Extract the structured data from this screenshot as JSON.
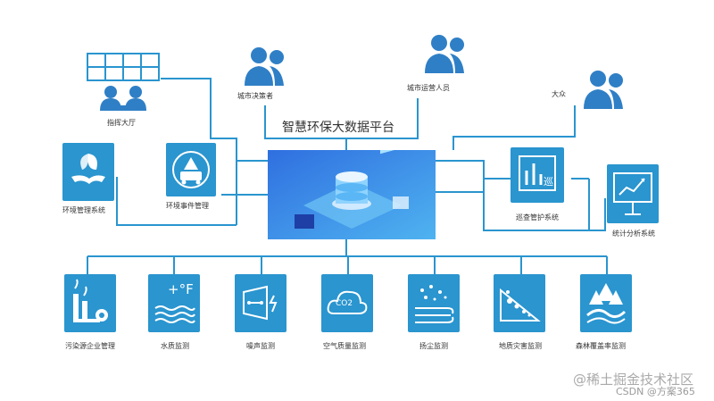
{
  "platform_title": "智慧环保大数据平台",
  "people": {
    "decision_makers": "城市决策者",
    "operators": "城市运营人员",
    "public": "大众"
  },
  "left_nodes": {
    "command_hall": "指挥大厅",
    "env_management": "环境管理系统",
    "env_incident": "环境事件管理"
  },
  "right_nodes": {
    "patrol": "巡查管护系统",
    "statistics": "统计分析系统"
  },
  "monitors": [
    {
      "label": "污染源企业管理"
    },
    {
      "label": "水质监测"
    },
    {
      "label": "噪声监测"
    },
    {
      "label": "空气质量监测"
    },
    {
      "label": "扬尘监测"
    },
    {
      "label": "地质灾害监测"
    },
    {
      "label": "森林覆盖率监测"
    }
  ],
  "icon_text": {
    "temp": "+°F",
    "co2": "CO2",
    "patrol": "巡"
  },
  "watermark": {
    "main": "@稀土掘金技术社区",
    "sub": "CSDN @方案365"
  },
  "colors": {
    "line": "#2a95cf",
    "tile": "#2a95cf",
    "people": "#2f7fc6"
  }
}
